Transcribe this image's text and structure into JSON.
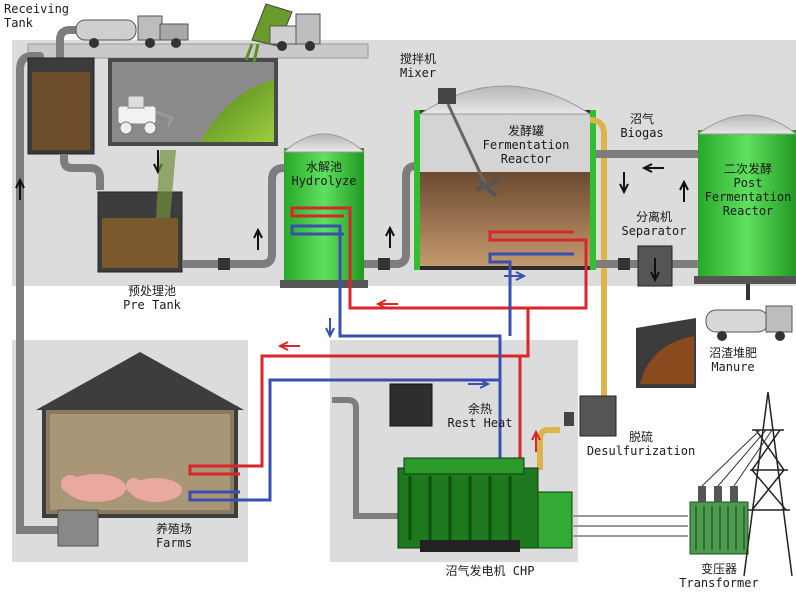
{
  "labels": {
    "receiving_tank": {
      "en": "Receiving\nTank"
    },
    "mixer": {
      "cn": "搅拌机",
      "en": "Mixer"
    },
    "fermentation_reactor": {
      "cn": "发酵罐",
      "en": "Fermentation\nReactor"
    },
    "biogas": {
      "cn": "沼气",
      "en": "Biogas"
    },
    "post_fermentation": {
      "cn": "二次发酵",
      "en": "Post\nFermentation\nReactor"
    },
    "hydrolyze": {
      "cn": "水解池",
      "en": "Hydrolyze"
    },
    "separator": {
      "cn": "分离机",
      "en": "Separator"
    },
    "pre_tank": {
      "cn": "预处理池",
      "en": "Pre Tank"
    },
    "manure": {
      "cn": "沼渣堆肥",
      "en": "Manure"
    },
    "rest_heat": {
      "cn": "余热",
      "en": "Rest Heat"
    },
    "desulfurization": {
      "cn": "脱硫",
      "en": "Desulfurization"
    },
    "farms": {
      "cn": "养殖场",
      "en": "Farms"
    },
    "chp": {
      "cn": "沼气发电机",
      "en": "CHP"
    },
    "transformer": {
      "cn": "变压器",
      "en": "Transformer"
    }
  },
  "colors": {
    "panel": "#dcdcdc",
    "pipe_gray": "#7d7d7d",
    "green_tank": "#3dcf3d",
    "hot_pipe": "#d8262b",
    "cold_pipe": "#3a4fb0",
    "gas_pipe": "#d9b54a"
  }
}
